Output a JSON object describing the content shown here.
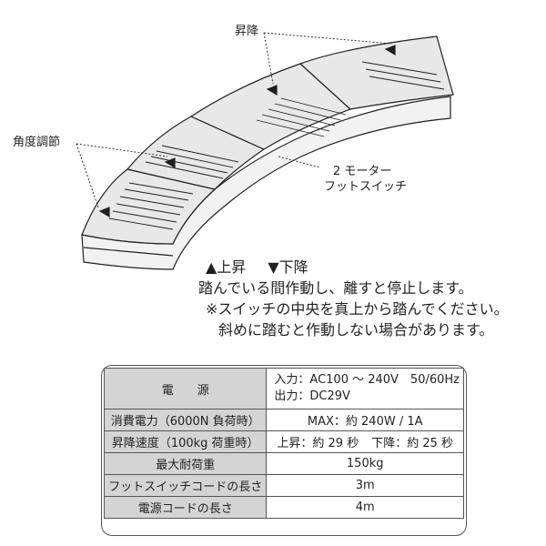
{
  "callouts": {
    "lift": "昇降",
    "angle": "角度調節",
    "switch_line1": "2 モーター",
    "switch_line2": "フットスイッチ"
  },
  "notes": {
    "legend_up": "▲上昇",
    "legend_down": "▼下降",
    "line1": "踏んでいる間作動し、離すと停止します。",
    "line2": "※スイッチの中央を真上から踏んでください。",
    "line3": "斜めに踏むと作動しない場合があります。"
  },
  "spec_table": {
    "power": {
      "label": "電　　源",
      "input": "入力：AC100 ～ 240V　50/60Hz",
      "output": "出力：DC29V"
    },
    "rows": [
      {
        "label": "消費電力（6000N 負荷時）",
        "value": "MAX：約 240W / 1A"
      },
      {
        "label": "昇降速度（100kg 荷重時）",
        "value_up": "上昇：約 29 秒",
        "value_down": "下降：約 25 秒"
      },
      {
        "label": "最大耐荷重",
        "value": "150kg"
      },
      {
        "label": "フットスイッチコードの長さ",
        "value": "3m"
      },
      {
        "label": "電源コードの長さ",
        "value": "4m"
      }
    ]
  },
  "colors": {
    "pedal_top": "#e8e8e8",
    "pedal_side": "#f2f2f2",
    "outline": "#231f20",
    "label_cell": "#d4d4d4"
  }
}
